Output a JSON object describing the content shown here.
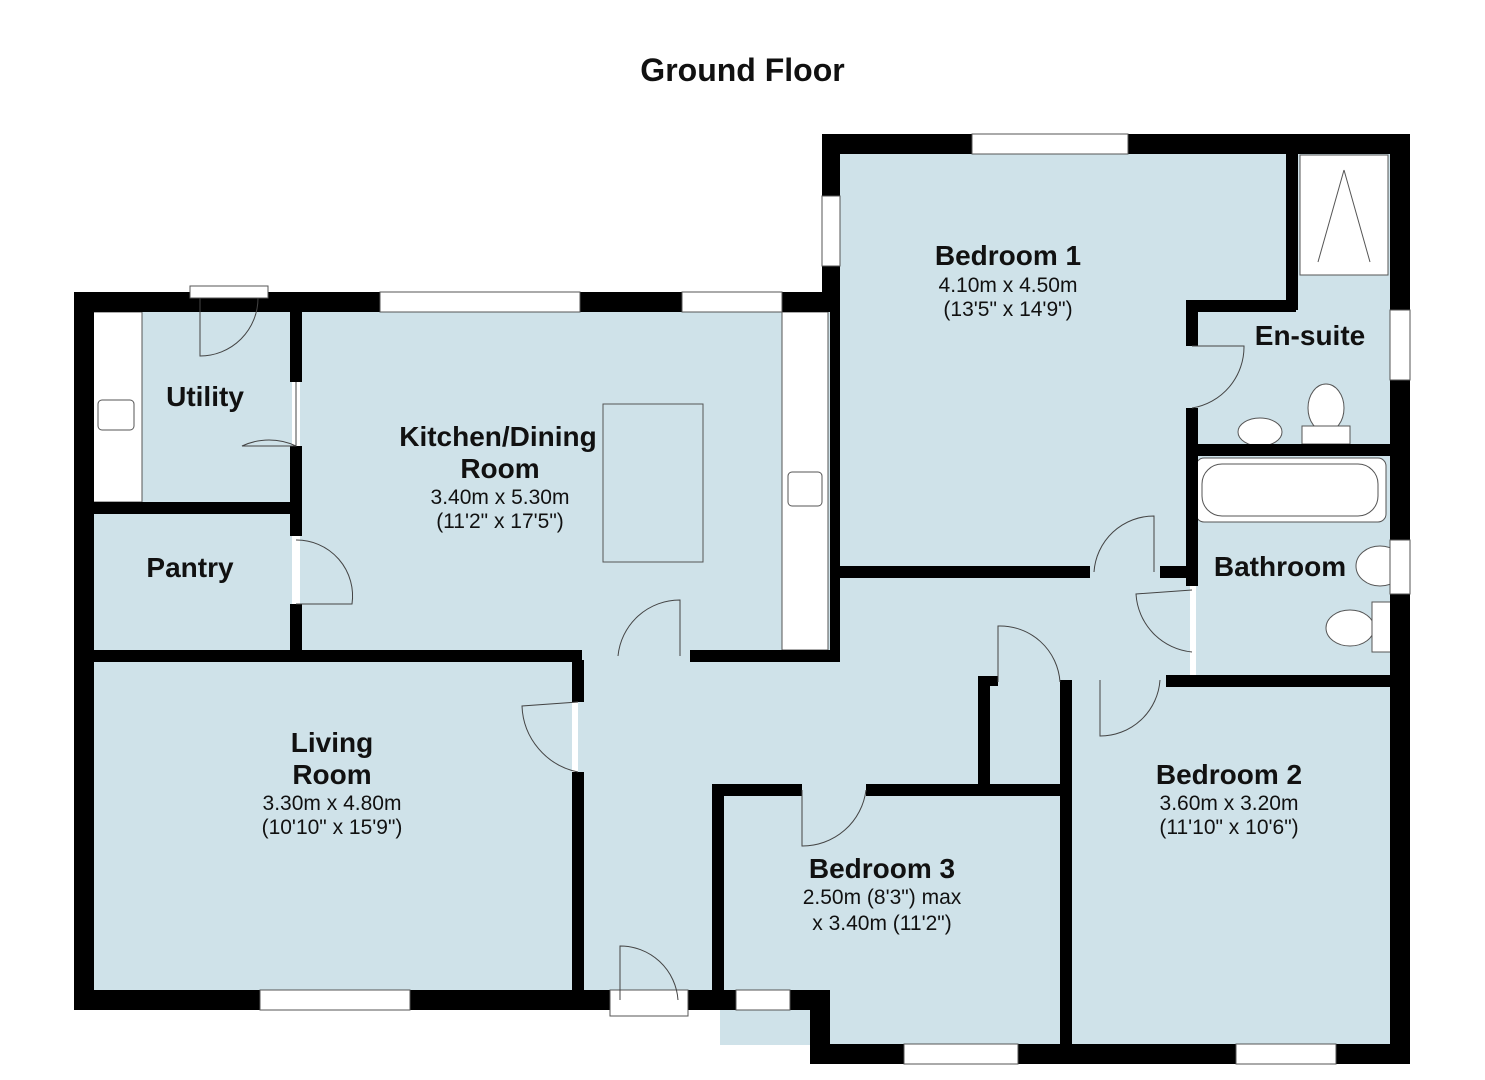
{
  "title": "Ground Floor",
  "colors": {
    "floor": "#cfe2e9",
    "wall": "#000000",
    "fixture": "#ffffff",
    "window": "#ffffff"
  },
  "rooms": {
    "bedroom1": {
      "name": "Bedroom 1",
      "dims": [
        "4.10m x 4.50m",
        "(13'5\" x 14'9\")"
      ]
    },
    "ensuite": {
      "name": "En-suite",
      "dims": []
    },
    "utility": {
      "name": "Utility",
      "dims": []
    },
    "kitchen": {
      "name": [
        "Kitchen/Dining",
        "Room"
      ],
      "dims": [
        "3.40m x 5.30m",
        "(11'2\" x 17'5\")"
      ]
    },
    "pantry": {
      "name": "Pantry",
      "dims": []
    },
    "bathroom": {
      "name": "Bathroom",
      "dims": []
    },
    "living": {
      "name": [
        "Living",
        "Room"
      ],
      "dims": [
        "3.30m x 4.80m",
        "(10'10\" x 15'9\")"
      ]
    },
    "bedroom2": {
      "name": "Bedroom 2",
      "dims": [
        "3.60m x 3.20m",
        "(11'10\" x 10'6\")"
      ]
    },
    "bedroom3": {
      "name": "Bedroom 3",
      "dims": [
        "2.50m (8'3\") max",
        "x 3.40m (11'2\")"
      ]
    }
  }
}
